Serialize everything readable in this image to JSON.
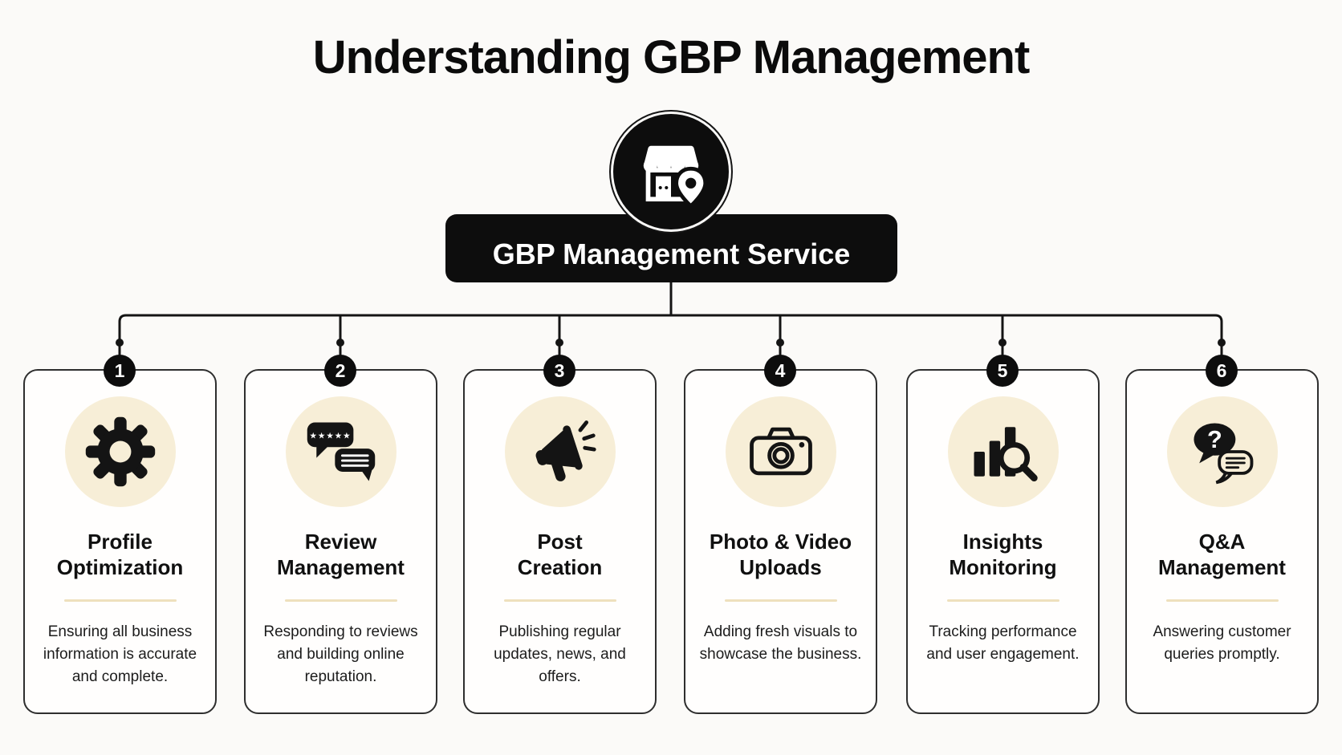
{
  "page": {
    "title": "Understanding GBP Management"
  },
  "hub": {
    "label": "GBP Management Service",
    "icon": "storefront-location-pin-icon",
    "background": "#0d0d0d",
    "text_color": "#ffffff"
  },
  "colors": {
    "page_background": "#fbfaf8",
    "card_background": "#fffefd",
    "card_border": "#2e2e2e",
    "icon_disc": "#f7eed7",
    "divider": "#eee0bd",
    "connector": "#141414",
    "ink": "#111111"
  },
  "cards": [
    {
      "number": "1",
      "icon": "gear-icon",
      "title_lines": [
        "Profile",
        "Optimization"
      ],
      "description": "Ensuring all business information is accurate and complete."
    },
    {
      "number": "2",
      "icon": "review-star-bubbles-icon",
      "title_lines": [
        "Review",
        "Management"
      ],
      "description": "Responding to reviews and building online reputation."
    },
    {
      "number": "3",
      "icon": "megaphone-icon",
      "title_lines": [
        "Post",
        "Creation"
      ],
      "description": "Publishing regular updates, news, and offers."
    },
    {
      "number": "4",
      "icon": "camera-icon",
      "title_lines": [
        "Photo & Video",
        "Uploads"
      ],
      "description": "Adding fresh visuals to showcase the business."
    },
    {
      "number": "5",
      "icon": "bar-chart-magnifier-icon",
      "title_lines": [
        "Insights",
        "Monitoring"
      ],
      "description": "Tracking performance and user engagement."
    },
    {
      "number": "6",
      "icon": "question-answer-bubbles-icon",
      "title_lines": [
        "Q&A",
        "Management"
      ],
      "description": "Answering customer queries promptly."
    }
  ]
}
